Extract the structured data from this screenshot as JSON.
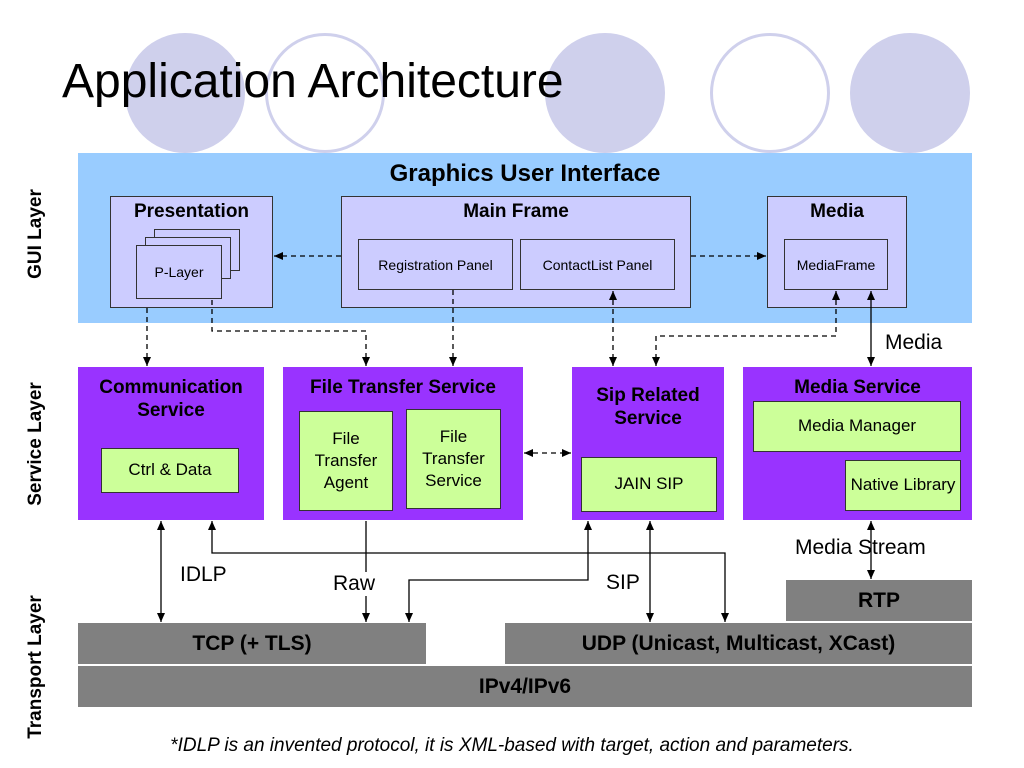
{
  "title": "Application Architecture",
  "layers": {
    "gui": "GUI Layer",
    "service": "Service Layer",
    "transport": "Transport Layer"
  },
  "gui": {
    "title": "Graphics User Interface",
    "presentation": {
      "title": "Presentation",
      "item": "P-Layer"
    },
    "main_frame": {
      "title": "Main Frame",
      "registration": "Registration Panel",
      "contactlist": "ContactList Panel"
    },
    "media": {
      "title": "Media",
      "item": "MediaFrame"
    }
  },
  "services": {
    "communication": {
      "title": "Communication Service",
      "item": "Ctrl & Data"
    },
    "file_transfer": {
      "title": "File Transfer Service",
      "agent": "File Transfer Agent",
      "service": "File Transfer Service"
    },
    "sip": {
      "title": "Sip Related Service",
      "item": "JAIN SIP"
    },
    "media": {
      "title": "Media Service",
      "manager": "Media Manager",
      "native": "Native Library"
    }
  },
  "transport": {
    "tcp": "TCP (+ TLS)",
    "udp": "UDP (Unicast, Multicast, XCast)",
    "rtp": "RTP",
    "ip": "IPv4/IPv6"
  },
  "protocol_labels": {
    "media": "Media",
    "media_stream": "Media Stream",
    "idlp": "IDLP",
    "raw": "Raw",
    "sip": "SIP"
  },
  "footnote": "*IDLP is an invented protocol, it is XML-based with target, action and parameters."
}
